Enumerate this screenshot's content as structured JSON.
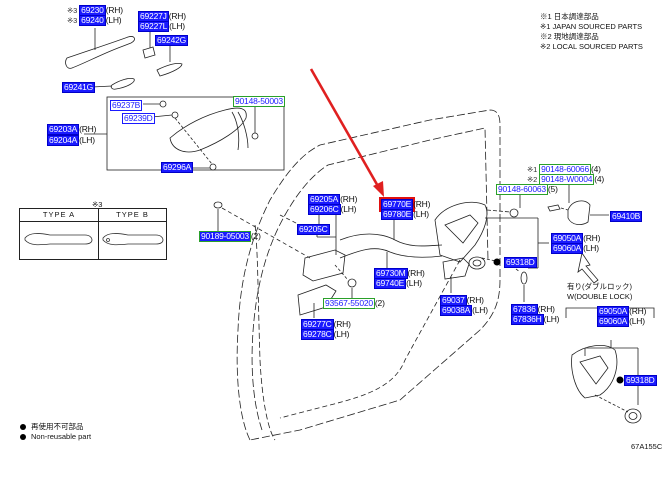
{
  "notes": {
    "lines": [
      "※1 日本調達部品",
      "※1 JAPAN SOURCED PARTS",
      "※2 現地調達部品",
      "※2 LOCAL SOURCED PARTS"
    ]
  },
  "legend": {
    "jp": "再使用不可部品",
    "en": "Non-reusable part"
  },
  "drawing_id": "67A155C",
  "type_box": {
    "mark": "※3",
    "type_a": "TYPE  A",
    "type_b": "TYPE  B"
  },
  "double_lock": {
    "jp": "有り(ダブルロック)",
    "en": "W(DOUBLE LOCK)"
  },
  "highlight_color": "#e01010",
  "arrow_color": "#e02020",
  "parts": {
    "p69230": {
      "prefix": "※3",
      "code": "69230",
      "suffix": "(RH)"
    },
    "p69240": {
      "prefix": "※3",
      "code": "69240",
      "suffix": "(LH)"
    },
    "p69227J": {
      "code": "69227J",
      "suffix": "(RH)"
    },
    "p69227L": {
      "code": "69227L",
      "suffix": "(LH)"
    },
    "p69242G": {
      "code": "69242G"
    },
    "p69241G": {
      "code": "69241G"
    },
    "p69237B": {
      "code": "69237B"
    },
    "p69239D": {
      "code": "69239D"
    },
    "p90148_50003": {
      "code": "90148-50003"
    },
    "p69203A": {
      "code": "69203A",
      "suffix": "(RH)"
    },
    "p69204A": {
      "code": "69204A",
      "suffix": "(LH)"
    },
    "p69296A": {
      "code": "69296A"
    },
    "p90189_05003": {
      "code": "90189-05003",
      "suffix": "(2)"
    },
    "p69205A": {
      "code": "69205A",
      "suffix": "(RH)"
    },
    "p69206C": {
      "code": "69206C",
      "suffix": "(LH)"
    },
    "p69205C": {
      "code": "69205C"
    },
    "p69770E": {
      "code": "69770E",
      "suffix": "(RH)"
    },
    "p69780E": {
      "code": "69780E",
      "suffix": "(LH)"
    },
    "p69730M": {
      "code": "69730M",
      "suffix": "(RH)"
    },
    "p69740E": {
      "code": "69740E",
      "suffix": "(LH)"
    },
    "p93567_55020": {
      "code": "93567-55020",
      "suffix": "(2)"
    },
    "p69277C": {
      "code": "69277C",
      "suffix": "(RH)"
    },
    "p69278C": {
      "code": "69278C",
      "suffix": "(LH)"
    },
    "p90148_60066": {
      "prefix": "※1",
      "code": "90148-60066",
      "suffix": "(4)"
    },
    "p90148_W0004": {
      "prefix": "※2",
      "code": "90148-W0004",
      "suffix": "(4)"
    },
    "p90148_60063": {
      "code": "90148-60063",
      "suffix": "(5)"
    },
    "p69410B": {
      "code": "69410B"
    },
    "p69050A": {
      "code": "69050A",
      "suffix": "(RH)"
    },
    "p69060A": {
      "code": "69060A",
      "suffix": "(LH)"
    },
    "p69318D": {
      "code": "69318D"
    },
    "p69037": {
      "code": "69037",
      "suffix": "(RH)"
    },
    "p69038A": {
      "code": "69038A",
      "suffix": "(LH)"
    },
    "p67836": {
      "code": "67836",
      "suffix": "(RH)"
    },
    "p67836H": {
      "code": "67836H",
      "suffix": "(LH)"
    },
    "p69050A_dl": {
      "code": "69050A",
      "suffix": "(RH)"
    },
    "p69060A_dl": {
      "code": "69060A",
      "suffix": "(LH)"
    },
    "p69318D_dl": {
      "code": "69318D"
    }
  }
}
